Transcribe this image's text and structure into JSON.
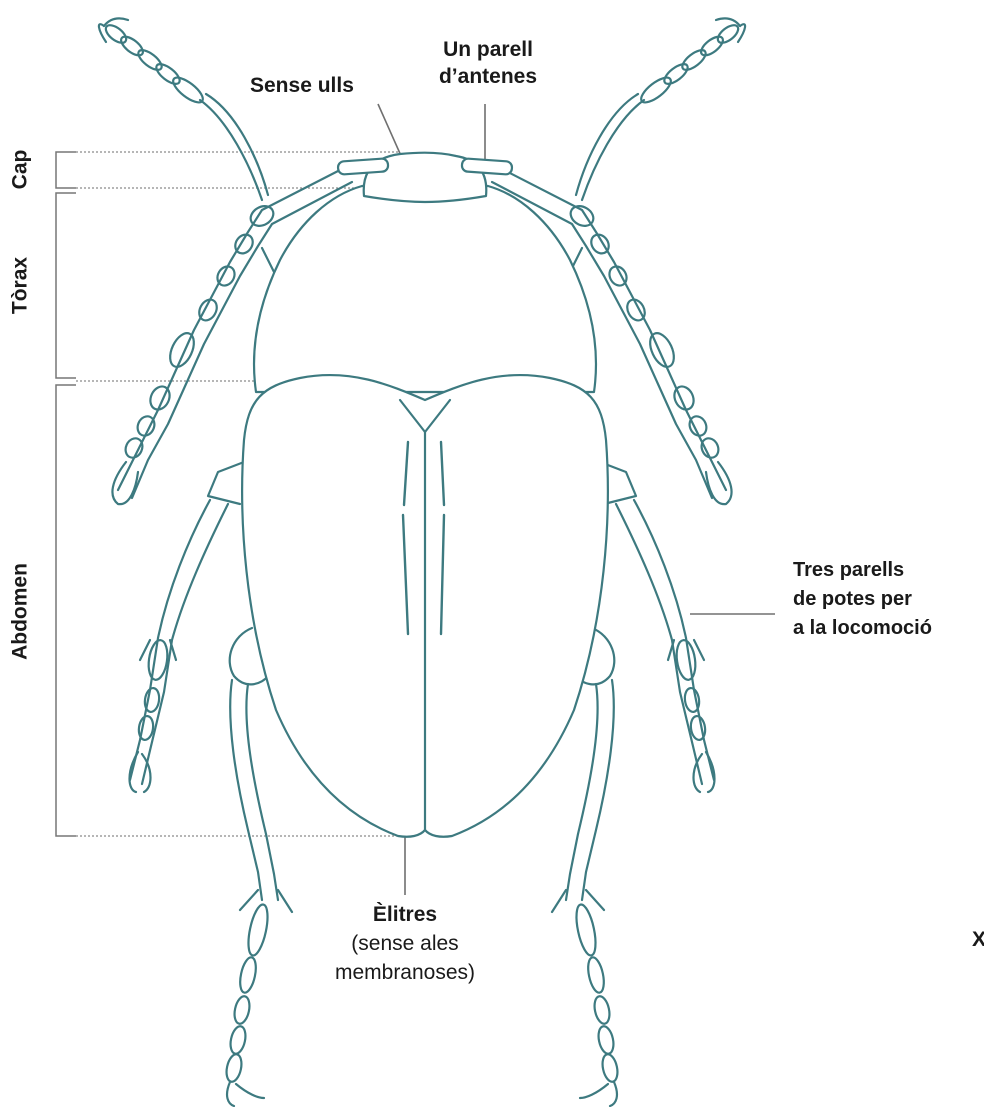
{
  "colors": {
    "body": "#3d7a80",
    "guide": "#8a8a8a",
    "text": "#1a1a1a"
  },
  "sections": {
    "head": "Cap",
    "thorax": "Tòrax",
    "abdomen": "Abdomen"
  },
  "callouts": {
    "eyes": "Sense ulls",
    "antennae_1": "Un parell",
    "antennae_2": "d’antenes",
    "legs_1": "Tres parells",
    "legs_2": "de potes per",
    "legs_3": "a la locomoció",
    "elytra_title": "Èlitres",
    "elytra_1": "(sense ales",
    "elytra_2": "membranoses)",
    "edge_char": "X"
  }
}
